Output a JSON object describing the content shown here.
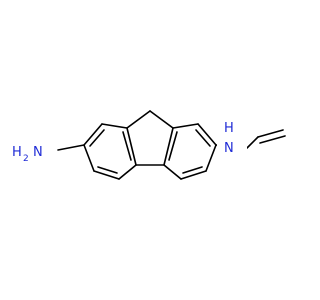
{
  "molecule": {
    "atoms": {
      "left_amine_h": "H",
      "left_amine_h2": "2",
      "left_amine_n": "N",
      "right_amine_h": "H",
      "right_amine_n": "N"
    },
    "colors": {
      "bond": "#000000",
      "nitrogen": "#1f2bd6",
      "background": "#ffffff"
    }
  }
}
